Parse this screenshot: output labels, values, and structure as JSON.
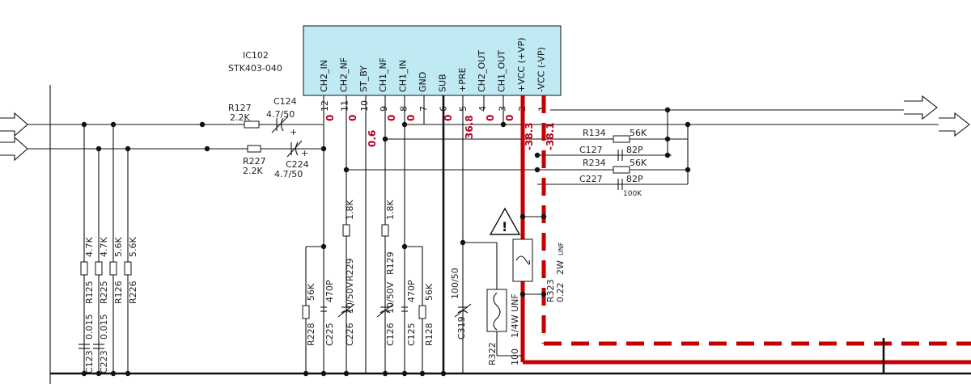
{
  "ic": {
    "ref": "IC102",
    "part": "STK403-040",
    "color": "#bfeaf3",
    "pins": [
      {
        "num": "12",
        "name": "CH2_IN"
      },
      {
        "num": "11",
        "name": "CH2_NF"
      },
      {
        "num": "10",
        "name": "ST_BY"
      },
      {
        "num": "9",
        "name": "CH1_NF"
      },
      {
        "num": "8",
        "name": "CH1_IN"
      },
      {
        "num": "7",
        "name": "GND"
      },
      {
        "num": "6",
        "name": "SUB"
      },
      {
        "num": "5",
        "name": "+PRE"
      },
      {
        "num": "4",
        "name": "CH2_OUT"
      },
      {
        "num": "3",
        "name": "CH1_OUT"
      },
      {
        "num": "2",
        "name": "+VCC (+VP)"
      },
      {
        "num": "1",
        "name": "-VCC (-VP)"
      }
    ]
  },
  "voltages": {
    "pin12": "0",
    "pin11": "0",
    "pin9": "0",
    "pin8": "0",
    "pin6": "0",
    "pin4": "0",
    "pin3": "0",
    "pin10": "0.6",
    "pin5": "36.8",
    "vp_pos": "-38.3",
    "vp_neg": "-38.1",
    "color": "#c40000"
  },
  "components": {
    "r127": {
      "ref": "R127",
      "value": "2.2K"
    },
    "c124": {
      "ref": "C124",
      "value": "4.7/50"
    },
    "r227": {
      "ref": "R227",
      "value": "2.2K"
    },
    "c224": {
      "ref": "C224",
      "value": "4.7/50"
    },
    "r134": {
      "ref": "R134",
      "value": "56K"
    },
    "c127": {
      "ref": "C127",
      "value": "82P"
    },
    "r234": {
      "ref": "R234",
      "value": "56K"
    },
    "c227": {
      "ref": "C227",
      "value": "82P"
    },
    "r_cut": {
      "value": "100K"
    },
    "r125": {
      "ref": "R125",
      "value": "4.7K"
    },
    "r225": {
      "ref": "R225",
      "value": "4.7K"
    },
    "r126": {
      "ref": "R126",
      "value": "5.6K"
    },
    "r226": {
      "ref": "R226",
      "value": "5.6K"
    },
    "c123": {
      "ref": "C123",
      "value": "0.015"
    },
    "c223": {
      "ref": "C223",
      "value": "0.015"
    },
    "r228": {
      "ref": "R228",
      "value": "56K"
    },
    "c225": {
      "ref": "C225",
      "value": "470P"
    },
    "c226": {
      "ref": "C226",
      "value": "10/50V"
    },
    "r229": {
      "ref": "R229",
      "value": "1.8K"
    },
    "c126": {
      "ref": "C126",
      "value": "10/50V"
    },
    "r129": {
      "ref": "R129",
      "value": "1.8K"
    },
    "c125": {
      "ref": "C125",
      "value": "470P"
    },
    "r128": {
      "ref": "R128",
      "value": "56K"
    },
    "c319": {
      "ref": "C319",
      "value": "100/50"
    },
    "r322": {
      "ref": "R322",
      "value": "100",
      "rating": "1/4W UNF"
    },
    "r323": {
      "ref": "R323",
      "value": "0.22",
      "rating": "2W",
      "note": "UNF"
    }
  },
  "warning_symbol": "!",
  "plus_sign": "+"
}
